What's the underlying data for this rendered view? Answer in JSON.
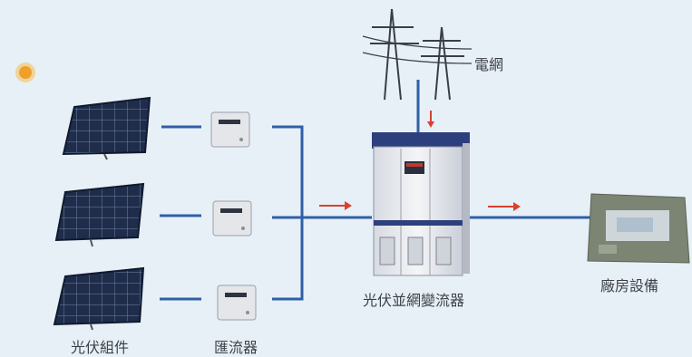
{
  "labels": {
    "grid": "電網",
    "inverter": "光伏並網變流器",
    "factory": "廠房設備",
    "pv_modules": "光伏組件",
    "combiner": "匯流器"
  },
  "icons": {
    "sun": "sun-icon",
    "solar_panel": "solar-panel-icon",
    "combiner_box": "combiner-box-icon",
    "power_pylon": "power-pylon-icon",
    "inverter_cabinet": "inverter-cabinet-icon",
    "factory": "factory-aerial-icon",
    "flow_arrow": "flow-arrow-icon"
  },
  "colors": {
    "background": "#e7f0f6",
    "wire": "#2f5fa8",
    "arrow": "#d9412f",
    "panel": "#1f2d4a",
    "sun": "#f0a02a",
    "cabinet_top": "#2e3f7d"
  }
}
